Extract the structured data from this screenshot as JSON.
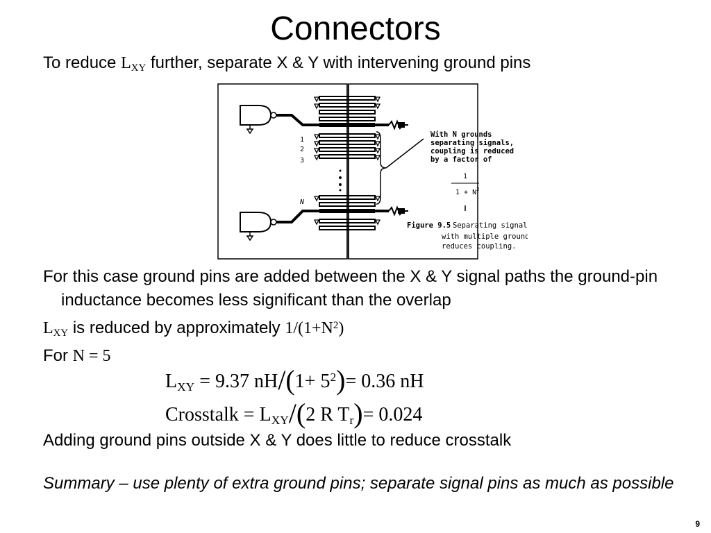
{
  "slide": {
    "title": "Connectors",
    "bullet1": {
      "before": "To reduce",
      "symbol_main": "L",
      "symbol_sub": "XY",
      "after": "further, separate X & Y with intervening ground pins"
    },
    "figure": {
      "numbers": [
        "1",
        "2",
        "3"
      ],
      "label_n": "N",
      "annotation_lines": [
        "With N grounds",
        "separating signals,",
        "coupling is reduced",
        "by a factor of"
      ],
      "fraction_num": "1",
      "fraction_den_base": "1 + N",
      "fraction_den_exp": "2",
      "caption_bold": "Figure 9.5",
      "caption_lines": [
        "Separating signals",
        "with multiple grounds",
        "reduces coupling."
      ]
    },
    "bullet2": {
      "line1": "For this case ground pins are added between the X & Y signal paths",
      "line2": "the ground-pin inductance becomes less significant than the overlap"
    },
    "bullet3": {
      "symbol_main": "L",
      "symbol_sub": "XY",
      "text": "is reduced by approximately",
      "factor_pre": "1/(1+N",
      "factor_exp": "2",
      "factor_post": ")"
    },
    "bullet4": {
      "text": "For",
      "expr": "N = 5"
    },
    "eq1": {
      "lhs": "L",
      "lhs_sub": "XY",
      "part1": "= 9.37 nH",
      "part2": "1+ 5",
      "exp": "2",
      "part3": "= 0.36 nH"
    },
    "eq2": {
      "lhs": "Crosstalk = L",
      "lhs_sub": "XY",
      "part1": "2 R T",
      "sub_r": "r",
      "part2": "= 0.024"
    },
    "bullet5": "Adding ground pins outside X & Y does little to reduce crosstalk",
    "summary": "Summary – use plenty of extra ground pins; separate signal pins as much as possible",
    "page_number": "9"
  }
}
